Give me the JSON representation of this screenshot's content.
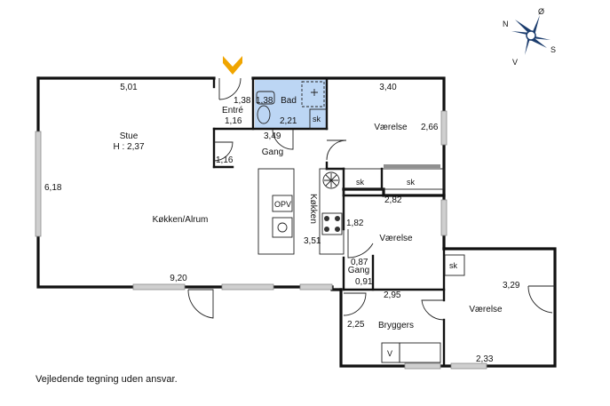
{
  "rooms": {
    "stue": {
      "name": "Stue",
      "height": "H : 2,37"
    },
    "entre": {
      "name": "Entré"
    },
    "bad": {
      "name": "Bad"
    },
    "gang_top": {
      "name": "Gang"
    },
    "kokken_alrum": {
      "name": "Køkken/Alrum"
    },
    "kokken": {
      "name": "Køkken"
    },
    "vaerelse_1": {
      "name": "Værelse"
    },
    "vaerelse_2": {
      "name": "Værelse"
    },
    "vaerelse_3": {
      "name": "Værelse"
    },
    "gang_mid": {
      "name": "Gang"
    },
    "bryggers": {
      "name": "Bryggers"
    }
  },
  "dimensions": {
    "stue_width": "5,01",
    "stue_depth": "6,18",
    "alrum_width": "9,20",
    "entre_width": "1,38",
    "entre_depth": "1,16",
    "bad_width": "1,38",
    "bad_depth": "2,21",
    "gang_width": "3,49",
    "gang_depth": "1,16",
    "kokken_width": "3,51",
    "v1_width": "3,40",
    "v1_depth": "2,66",
    "v2_width": "2,82",
    "v2_depth": "1,82",
    "gang_mid_width": "0,87",
    "gang_mid_depth": "0,91",
    "bryggers_width": "2,95",
    "bryggers_depth": "2,25",
    "v3_depth": "3,29",
    "v3_width": "2,33"
  },
  "fixtures": {
    "opv": "OPV",
    "sk": "sk",
    "v": "V"
  },
  "compass": {
    "n": "N",
    "s": "S",
    "v": "V",
    "o": "Ø"
  },
  "footer": {
    "disclaimer": "Vejledende tegning uden ansvar."
  },
  "colors": {
    "bathroom": "#bcd6f4",
    "entrance_marker": "#f0a500",
    "walls": "#111111",
    "windows": "#cfcfcf"
  }
}
